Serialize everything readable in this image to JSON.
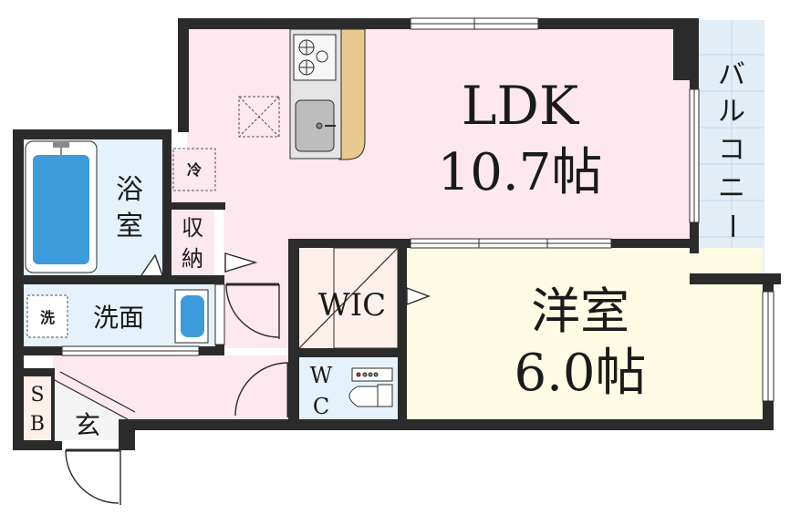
{
  "rooms": {
    "ldk": {
      "name": "LDK",
      "size": "10.7帖"
    },
    "western": {
      "name": "洋室",
      "size": "6.0帖"
    },
    "bath": {
      "line1": "浴",
      "line2": "室"
    },
    "washroom": {
      "name": "洗面",
      "machine": "洗"
    },
    "storage": {
      "line1": "収",
      "line2": "納"
    },
    "wic": {
      "name": "WIC"
    },
    "wc": {
      "line1": "W",
      "line2": "C"
    },
    "entrance": {
      "name": "玄"
    },
    "sb": {
      "line1": "S",
      "line2": "B"
    },
    "fridge": {
      "name": "冷"
    },
    "balcony": {
      "c1": "バ",
      "c2": "ル",
      "c3": "コ",
      "c4": "ニ",
      "c5": "ー"
    }
  },
  "colors": {
    "wall": "#2b2b2b",
    "ldk_floor": "#fde8ef",
    "western_floor": "#fdfbe3",
    "wet_floor": "#e6f2fb",
    "wic_floor": "#fdf0ea",
    "balcony": "#e3edf6",
    "counter": "#e9c98f"
  }
}
